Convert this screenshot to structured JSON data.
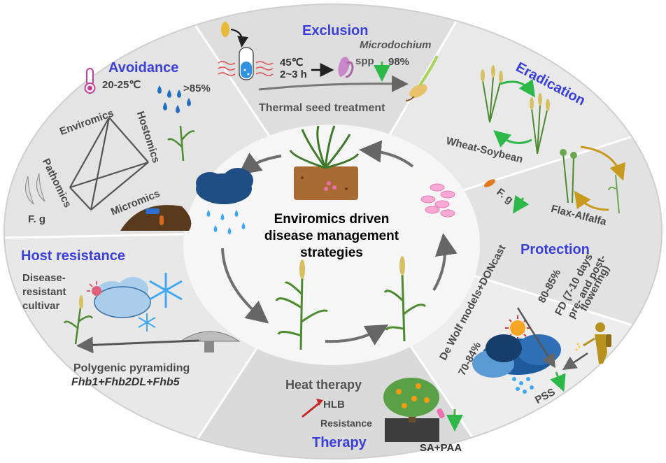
{
  "center": {
    "title_line1": "Enviromics driven",
    "title_line2": "disease management",
    "title_line3": "strategies"
  },
  "exclusion": {
    "title": "Exclusion",
    "temp": "45℃",
    "duration": "2~3 h",
    "pathogen_genus": "Microdochium",
    "pathogen_spp": "spp",
    "reduction": "98%",
    "caption": "Thermal seed treatment"
  },
  "avoidance": {
    "title": "Avoidance",
    "temp": "20-25℃",
    "humidity": ">85%",
    "vertex_enviromics": "Enviromics",
    "vertex_hostomics": "Hostomics",
    "vertex_pathomics": "Pathomics",
    "vertex_micromics": "Micromics",
    "pathogen": "F. g"
  },
  "eradication": {
    "title": "Eradication",
    "rotation1": "Wheat-Soybean",
    "rotation2": "Flax-Alfalfa",
    "pathogen": "F. g"
  },
  "host_resistance": {
    "title": "Host resistance",
    "cultivar_line1": "Disease-",
    "cultivar_line2": "resistant",
    "cultivar_line3": "cultivar",
    "method": "Polygenic pyramiding",
    "genes": "Fhb1+Fhb2DL+Fhb5"
  },
  "protection": {
    "title": "Protection",
    "model": "De Wolf models+DONcast",
    "model_acc1": "70-84%",
    "model_acc2": "80-85%",
    "fd": "FD (7-10 days",
    "fd2": "pre- and post-",
    "fd3": "flowering)",
    "pss": "PSS"
  },
  "therapy": {
    "title": "Therapy",
    "heat": "Heat therapy",
    "hlb": "HLB",
    "resistance": "Resistance",
    "treatment": "SA+PAA"
  },
  "colors": {
    "title_blue": "#3b3fd9",
    "text_gray": "#4a4a4a",
    "sector_light": "#ececec",
    "sector_dark": "#d9d9d9",
    "center": "#f6f6f6",
    "arrow_green": "#2db84a",
    "arrow_gold": "#c89a1e",
    "down_arrow_green": "#4caf50",
    "up_arrow_red": "#c62828",
    "cloud_blue": "#2f6fb5",
    "rain_blue": "#3fa9f5"
  }
}
